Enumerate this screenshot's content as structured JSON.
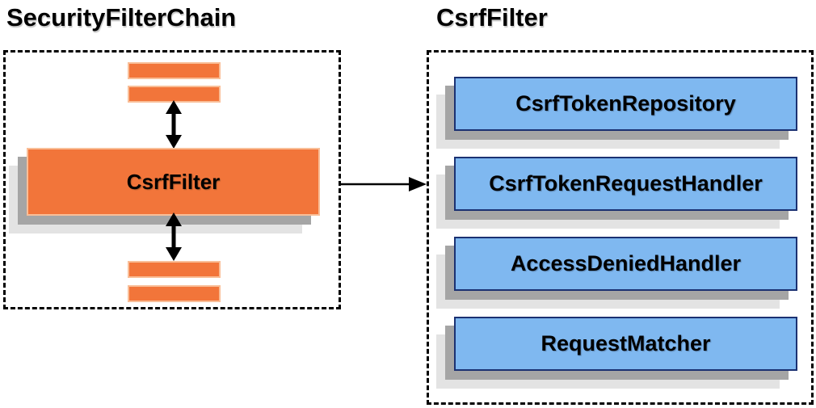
{
  "left_panel": {
    "title": "SecurityFilterChain",
    "filter_box_label": "CsrfFilter",
    "placeholder_filter_bars": 4
  },
  "right_panel": {
    "title": "CsrfFilter",
    "components": [
      "CsrfTokenRepository",
      "CsrfTokenRequestHandler",
      "AccessDeniedHandler",
      "RequestMatcher"
    ]
  },
  "colors": {
    "orange_fill": "#F2753A",
    "orange_border": "#F9BE97",
    "blue_fill": "#7FB8F0",
    "blue_border": "#1B3172",
    "shadow_dark": "#A5A5A5",
    "shadow_light": "#E3E3E3",
    "dashed_border": "#000000",
    "text": "#000000"
  }
}
